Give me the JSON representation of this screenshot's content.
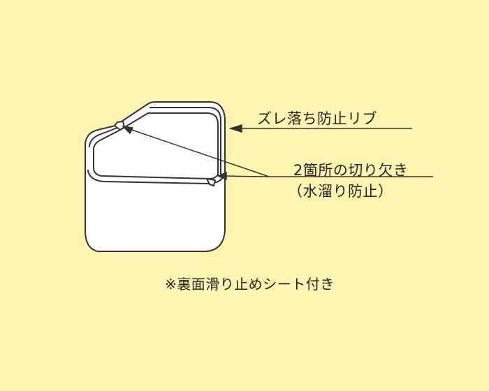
{
  "diagram": {
    "labels": {
      "rib": "ズレ落ち防止リブ",
      "notch": "2箇所の切り欠き",
      "notch_purpose": "（水溜り防止）",
      "footnote": "※裏面滑り止めシート付き"
    },
    "colors": {
      "background": "#FFF5B0",
      "stroke": "#333333",
      "object_fill": "#FFFFFF"
    }
  }
}
